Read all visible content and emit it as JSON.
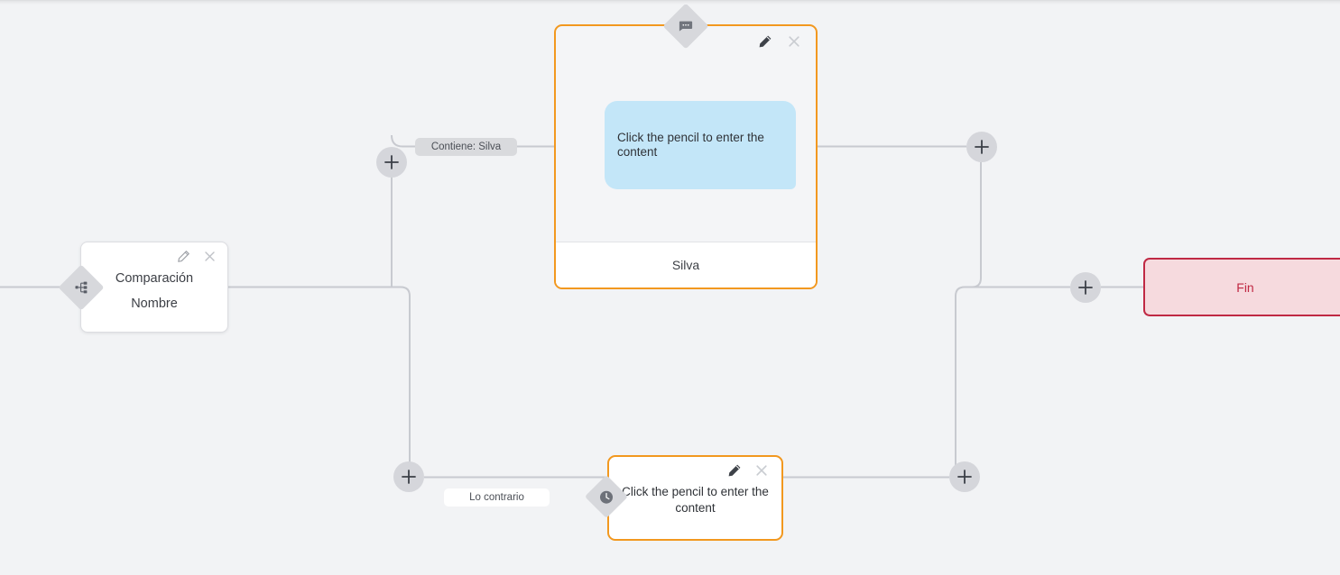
{
  "canvas": {
    "background_color": "#f2f3f5",
    "edge_color": "#c8cad0"
  },
  "nodes": {
    "comparison": {
      "name": "comparison-node",
      "line1": "Comparación",
      "line2": "Nombre",
      "badge_icon": "branch-icon",
      "edit_icon": "pencil-icon",
      "close_icon": "close-icon",
      "border_color": "#dcdde1"
    },
    "message": {
      "name": "message-node",
      "bubble_text": "Click the pencil to enter the content",
      "footer_label": "Silva",
      "badge_icon": "speech-bubble-icon",
      "edit_icon": "pencil-icon",
      "close_icon": "close-icon",
      "border_color": "#f2981f",
      "bubble_color": "#c3e6f8"
    },
    "delay": {
      "name": "delay-node",
      "text": "Click the pencil to enter the content",
      "badge_icon": "clock-icon",
      "edit_icon": "pencil-icon",
      "close_icon": "close-icon",
      "border_color": "#f2981f"
    },
    "end": {
      "name": "end-node",
      "label": "Fin",
      "fill_color": "#f6dade",
      "border_color": "#c02944",
      "text_color": "#c02944"
    }
  },
  "edge_labels": {
    "branch_true": "Contiene: Silva",
    "branch_false": "Lo contrario"
  },
  "add_buttons": [
    {
      "name": "add-node-button-branch-true",
      "icon": "plus-icon"
    },
    {
      "name": "add-node-button-branch-false",
      "icon": "plus-icon"
    },
    {
      "name": "add-node-button-after-message",
      "icon": "plus-icon"
    },
    {
      "name": "add-node-button-after-delay",
      "icon": "plus-icon"
    },
    {
      "name": "add-node-button-before-end",
      "icon": "plus-icon"
    }
  ]
}
